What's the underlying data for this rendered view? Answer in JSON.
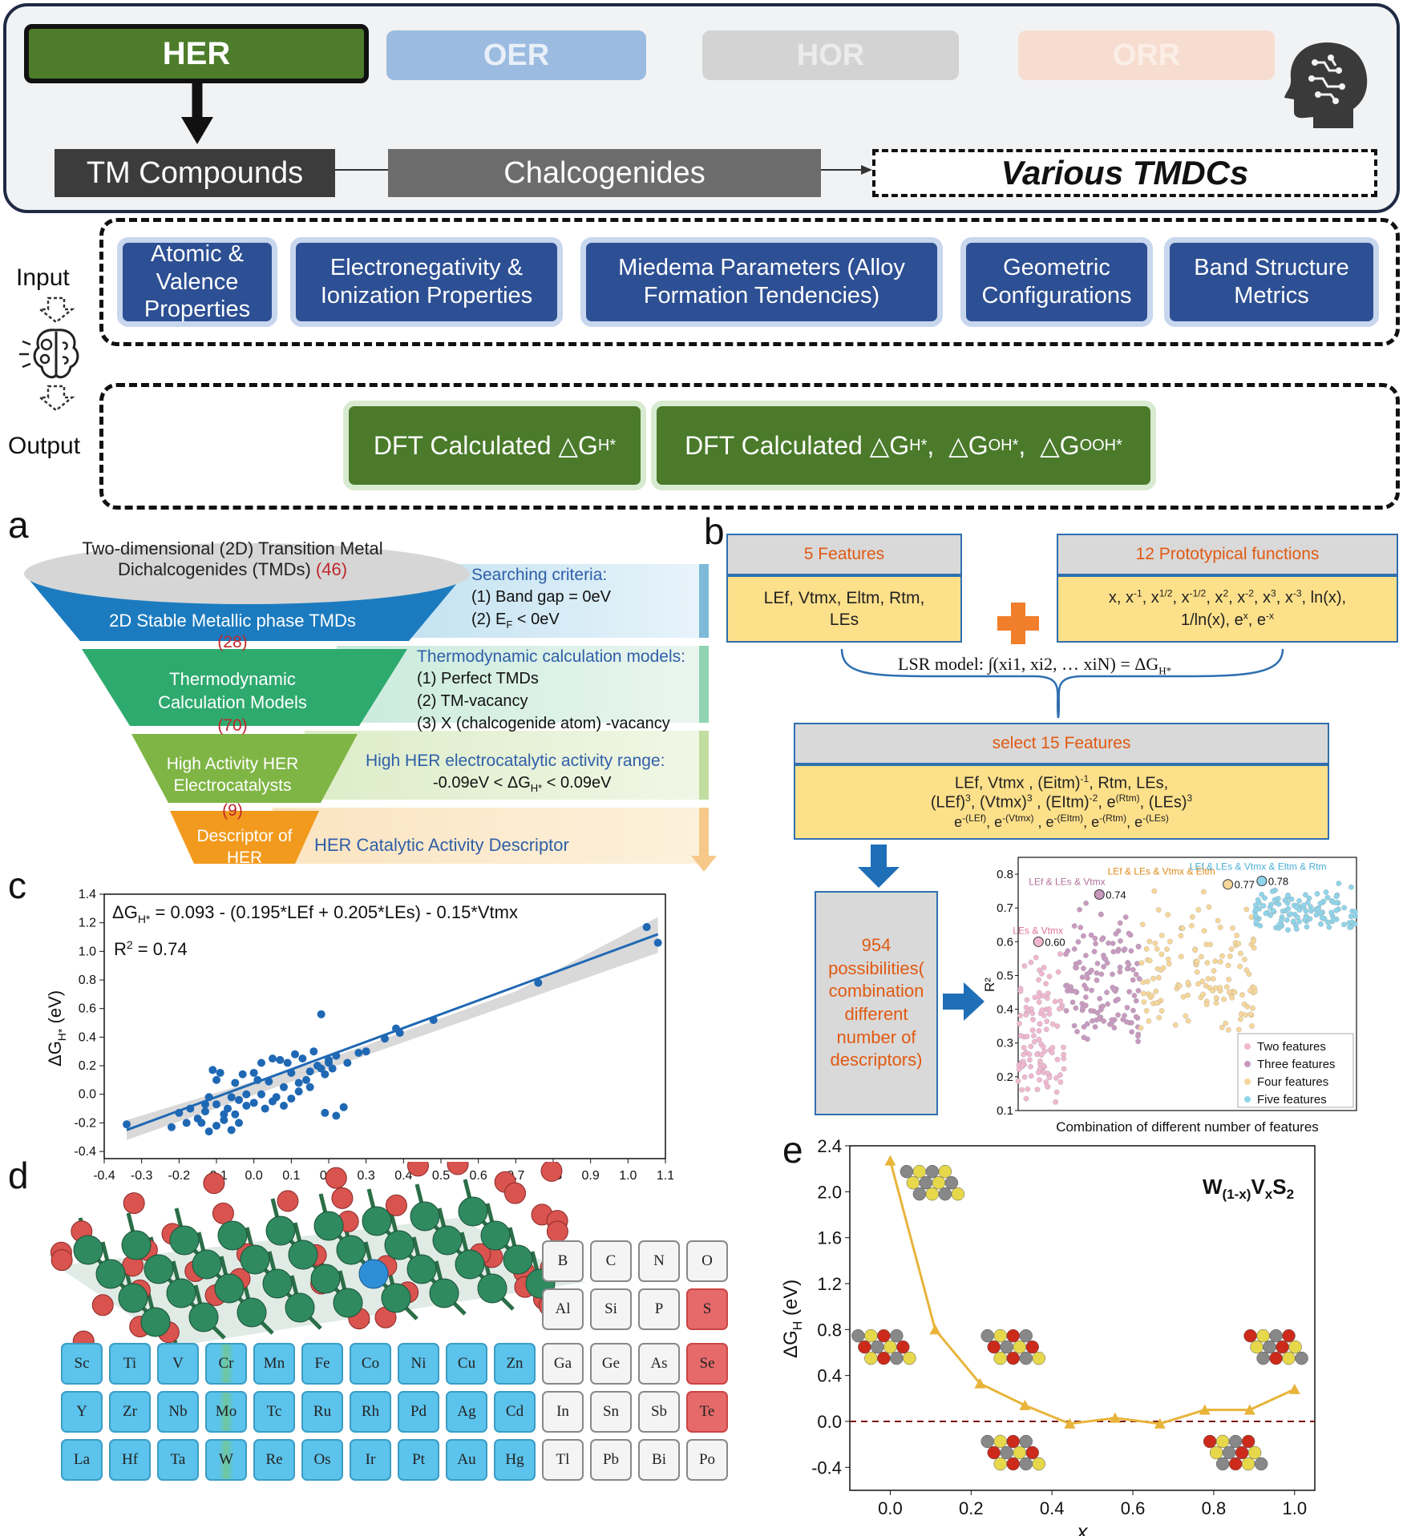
{
  "top": {
    "tabs": [
      "HER",
      "OER",
      "HOR",
      "ORR"
    ],
    "chain": [
      "TM Compounds",
      "Chalcogenides",
      "Various TMDCs"
    ]
  },
  "io": {
    "input_label": "Input",
    "output_label": "Output",
    "features": [
      "Atomic & Valence Properties",
      "Electronegativity & Ionization Properties",
      "Miedema Parameters (Alloy Formation Tendencies)",
      "Geometric Configurations",
      "Band Structure Metrics"
    ],
    "dft1": "DFT Calculated △G",
    "dft2": "DFT Calculated △G"
  },
  "panel_a": {
    "letter": "a",
    "funnel": [
      {
        "label": "Two-dimensional (2D) Transition Metal Dichalcogenides (TMDs)",
        "count": "(46)"
      },
      {
        "label": "2D Stable Metallic phase TMDs",
        "count": "(28)"
      },
      {
        "label": "Thermodynamic Calculation Models",
        "count": "(70)"
      },
      {
        "label": "High Activity HER Electrocatalysts",
        "count": "(9)"
      },
      {
        "label": "Descriptor of HER",
        "count": ""
      }
    ],
    "criteria": [
      {
        "title": "Searching criteria:",
        "lines": [
          "(1) Band gap = 0eV",
          "(2) E",
          "< 0eV"
        ]
      },
      {
        "title": "Thermodynamic calculation models:",
        "lines": [
          "(1) Perfect TMDs",
          "(2) TM-vacancy",
          "(3) X (chalcogenide atom) -vacancy"
        ]
      },
      {
        "title": "High HER electrocatalytic activity range:",
        "lines": [
          "-0.09eV < ΔG",
          "< 0.09eV"
        ]
      },
      {
        "title": "HER Catalytic Activity Descriptor",
        "lines": []
      }
    ]
  },
  "panel_b": {
    "letter": "b",
    "features_title": "5 Features",
    "features_body": "LEf, Vtmx, Eltm, Rtm, LEs",
    "proto_title": "12 Prototypical functions",
    "lsr": "LSR model: ∫(xi1, xi2, … xiN) = ΔG",
    "select_title": "select 15 Features",
    "possibilities": "954 possibilities( combination different number of descriptors)"
  },
  "panel_c": {
    "letter": "c",
    "equation": "ΔG",
    "equation_tail": "= 0.093 - (0.195*LEf + 0.205*LEs) - 0.15*Vtmx",
    "r2": "= 0.74",
    "ylabel": "ΔG",
    "ylabel_unit": "(eV)"
  },
  "panel_d": {
    "letter": "d",
    "periodic_table": [
      [
        "",
        "",
        "",
        "",
        "",
        "",
        "",
        "",
        "",
        "",
        "B",
        "C",
        "N",
        "O"
      ],
      [
        "",
        "",
        "",
        "",
        "",
        "",
        "",
        "",
        "",
        "",
        "Al",
        "Si",
        "P",
        "S"
      ],
      [
        "Sc",
        "Ti",
        "V",
        "Cr",
        "Mn",
        "Fe",
        "Co",
        "Ni",
        "Cu",
        "Zn",
        "Ga",
        "Ge",
        "As",
        "Se"
      ],
      [
        "Y",
        "Zr",
        "Nb",
        "Mo",
        "Tc",
        "Ru",
        "Rh",
        "Pd",
        "Ag",
        "Cd",
        "In",
        "Sn",
        "Sb",
        "Te"
      ],
      [
        "La",
        "Hf",
        "Ta",
        "W",
        "Re",
        "Os",
        "Ir",
        "Pt",
        "Au",
        "Hg",
        "Tl",
        "Pb",
        "Bi",
        "Po"
      ]
    ]
  },
  "panel_e": {
    "letter": "e",
    "formula": "W",
    "xlabel": "x",
    "ylabel": "ΔG"
  },
  "chart_data": [
    {
      "type": "scatter",
      "id": "c",
      "xlim": [
        -0.4,
        1.1
      ],
      "ylim": [
        -0.45,
        1.4
      ],
      "xticks": [
        -0.4,
        -0.3,
        -0.2,
        -0.1,
        0.0,
        0.1,
        0.2,
        0.3,
        0.4,
        0.5,
        0.6,
        0.7,
        0.8,
        0.9,
        1.0,
        1.1
      ],
      "xtick_labels": [
        "-0.4",
        "-0.3",
        "-0.2",
        "-0.1",
        "0.0",
        "0.1",
        "0.2",
        "0.3",
        "0.4",
        "0.5",
        "0.6",
        "0.7",
        "0.8",
        "0.9",
        "1.0",
        "1.1"
      ],
      "yticks": [
        -0.4,
        -0.2,
        0.0,
        0.2,
        0.4,
        0.6,
        0.8,
        1.0,
        1.2,
        1.4
      ],
      "ytick_labels": [
        "-0.4",
        "-0.2",
        "0.0",
        "0.2",
        "0.4",
        "0.6",
        "0.8",
        "1.0",
        "1.2",
        "1.4"
      ],
      "fit": {
        "x": [
          -0.34,
          1.08
        ],
        "y": [
          -0.25,
          1.12
        ]
      },
      "x": [
        -0.34,
        -0.22,
        -0.18,
        -0.2,
        -0.15,
        -0.13,
        -0.12,
        -0.1,
        -0.08,
        -0.1,
        -0.07,
        -0.05,
        -0.04,
        -0.02,
        -0.06,
        -0.09,
        -0.11,
        -0.03,
        0.0,
        0.02,
        0.03,
        0.05,
        0.06,
        0.08,
        0.1,
        0.12,
        0.14,
        0.15,
        0.17,
        0.18,
        0.19,
        0.2,
        0.21,
        0.22,
        0.05,
        0.07,
        0.09,
        0.11,
        0.13,
        -0.12,
        -0.14,
        -0.08,
        -0.06,
        -0.02,
        0.0,
        0.01,
        0.04,
        0.1,
        0.12,
        0.16,
        0.2,
        0.22,
        0.25,
        0.28,
        0.3,
        0.35,
        0.38,
        0.39,
        0.48,
        0.76,
        1.05,
        1.08,
        0.18,
        0.02,
        -0.04,
        -0.1,
        -0.13,
        0.08,
        0.15,
        0.19,
        0.24,
        -0.17,
        -0.05
      ],
      "y": [
        -0.21,
        -0.23,
        -0.2,
        -0.13,
        -0.17,
        -0.12,
        -0.26,
        -0.22,
        -0.18,
        -0.07,
        -0.1,
        -0.14,
        -0.2,
        -0.08,
        -0.02,
        0.15,
        0.17,
        0.14,
        0.15,
        0.22,
        -0.1,
        -0.05,
        -0.02,
        0.05,
        -0.03,
        0.02,
        0.1,
        0.16,
        0.2,
        0.18,
        0.14,
        0.22,
        0.18,
        -0.15,
        0.25,
        0.24,
        0.22,
        0.28,
        0.25,
        -0.02,
        -0.2,
        -0.14,
        -0.25,
        0.0,
        -0.06,
        0.1,
        0.09,
        0.15,
        0.08,
        0.3,
        0.24,
        0.27,
        0.22,
        0.29,
        0.3,
        0.39,
        0.46,
        0.43,
        0.52,
        0.78,
        1.17,
        1.06,
        0.56,
        0.0,
        -0.04,
        0.1,
        -0.07,
        -0.08,
        0.05,
        -0.13,
        -0.09,
        -0.1,
        0.08
      ]
    },
    {
      "type": "scatter",
      "id": "b-inset",
      "xlabel": "Combination of different number of features",
      "ylabel": "R²",
      "ylim": [
        0.1,
        0.85
      ],
      "yticks": [
        0.1,
        0.2,
        0.3,
        0.4,
        0.5,
        0.6,
        0.7,
        0.8
      ],
      "ytick_labels": [
        "0.1",
        "0.2",
        "0.3",
        "0.4",
        "0.5",
        "0.6",
        "0.7",
        "0.8"
      ],
      "legend_position": "bottom-right",
      "series": [
        {
          "name": "Two features",
          "color": "#f0b8d0",
          "x_range": [
            0,
            0.14
          ],
          "y_min": 0.12,
          "y_max": 0.6
        },
        {
          "name": "Three features",
          "color": "#c89ac0",
          "x_range": [
            0.14,
            0.36
          ],
          "y_min": 0.3,
          "y_max": 0.74
        },
        {
          "name": "Four features",
          "color": "#f6d79a",
          "x_range": [
            0.36,
            0.7
          ],
          "y_min": 0.33,
          "y_max": 0.77
        },
        {
          "name": "Five features",
          "color": "#8fd4ea",
          "x_range": [
            0.7,
            1.0
          ],
          "y_min": 0.63,
          "y_max": 0.78
        }
      ],
      "annotations": [
        {
          "label": "LEs & Vtmx",
          "value": "0.60",
          "y": 0.6
        },
        {
          "label": "LEf & LEs & Vtmx",
          "value": "0.74",
          "y": 0.74
        },
        {
          "label": "LEf & LEs & Vtmx & Eltm",
          "value": "0.77",
          "y": 0.77
        },
        {
          "label": "LEf & LEs & Vtmx & Eltm & Rtm",
          "value": "0.78",
          "y": 0.78
        }
      ]
    },
    {
      "type": "line",
      "id": "e",
      "color": "#e8b43a",
      "xlim": [
        -0.1,
        1.05
      ],
      "ylim": [
        -0.6,
        2.4
      ],
      "xticks": [
        0.0,
        0.2,
        0.4,
        0.6,
        0.8,
        1.0
      ],
      "xtick_labels": [
        "0.0",
        "0.2",
        "0.4",
        "0.6",
        "0.8",
        "1.0"
      ],
      "yticks": [
        -0.4,
        0.0,
        0.4,
        0.8,
        1.2,
        1.6,
        2.0,
        2.4
      ],
      "ytick_labels": [
        "-0.4",
        "0.0",
        "0.4",
        "0.8",
        "1.2",
        "1.6",
        "2.0",
        "2.4"
      ],
      "x": [
        0.0,
        0.111,
        0.222,
        0.333,
        0.444,
        0.556,
        0.667,
        0.778,
        0.889,
        1.0
      ],
      "y": [
        2.27,
        0.8,
        0.33,
        0.14,
        -0.02,
        0.03,
        -0.02,
        0.1,
        0.1,
        0.28
      ],
      "reference_line": 0.0
    }
  ]
}
